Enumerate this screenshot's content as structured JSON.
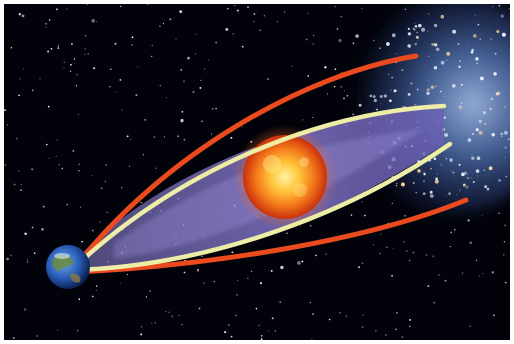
{
  "scene": {
    "subjects": [
      "earth",
      "sun",
      "galaxy",
      "starfield",
      "gravitational-lens-region",
      "light-rays"
    ]
  },
  "colors": {
    "space": "#02030a",
    "outer_ray": "#ea4a1e",
    "inner_ray": "#eeeda6",
    "lens_region": "#7f70c8",
    "sun_core": "#ffd23a",
    "sun_edge": "#e0400e",
    "earth_ocean": "#2a5cb8",
    "galaxy_glow": "#4e6fae"
  }
}
